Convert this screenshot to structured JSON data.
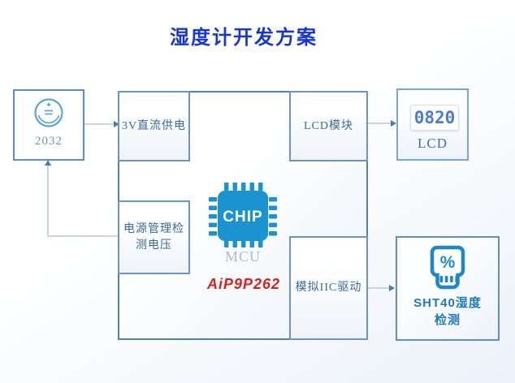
{
  "title": "湿度计开发方案",
  "colors": {
    "title_blue": "#1637d4",
    "outer_box_border": "#5081b4",
    "inner_box_border": "#6b94c4",
    "label_blue": "#3a6b9e",
    "chip_blue": "#1b93d0",
    "part_number_red": "#d8221f",
    "sensor_icon_blue": "#1f87c8",
    "lcd_digit_blue": "#4d7dd2",
    "connector_line": "#b8c8da",
    "arrowhead": "#4f78ab"
  },
  "nodes": {
    "battery": {
      "label": "2032",
      "icon": "coin-cell-battery"
    },
    "power_supply": {
      "label": "3V直流供电"
    },
    "power_mgmt": {
      "lines": [
        "电源管理检",
        "测电压"
      ]
    },
    "mcu": {
      "chip_text": "CHIP",
      "label": "MCU",
      "part_number": "AiP9P262"
    },
    "lcd_module": {
      "label": "LCD模块"
    },
    "lcd_display": {
      "value": "0820",
      "label": "LCD"
    },
    "iic": {
      "label": "模拟IIC驱动"
    },
    "sht40": {
      "icon_symbol": "%",
      "lines": [
        "SHT40湿度",
        "检测"
      ]
    }
  }
}
